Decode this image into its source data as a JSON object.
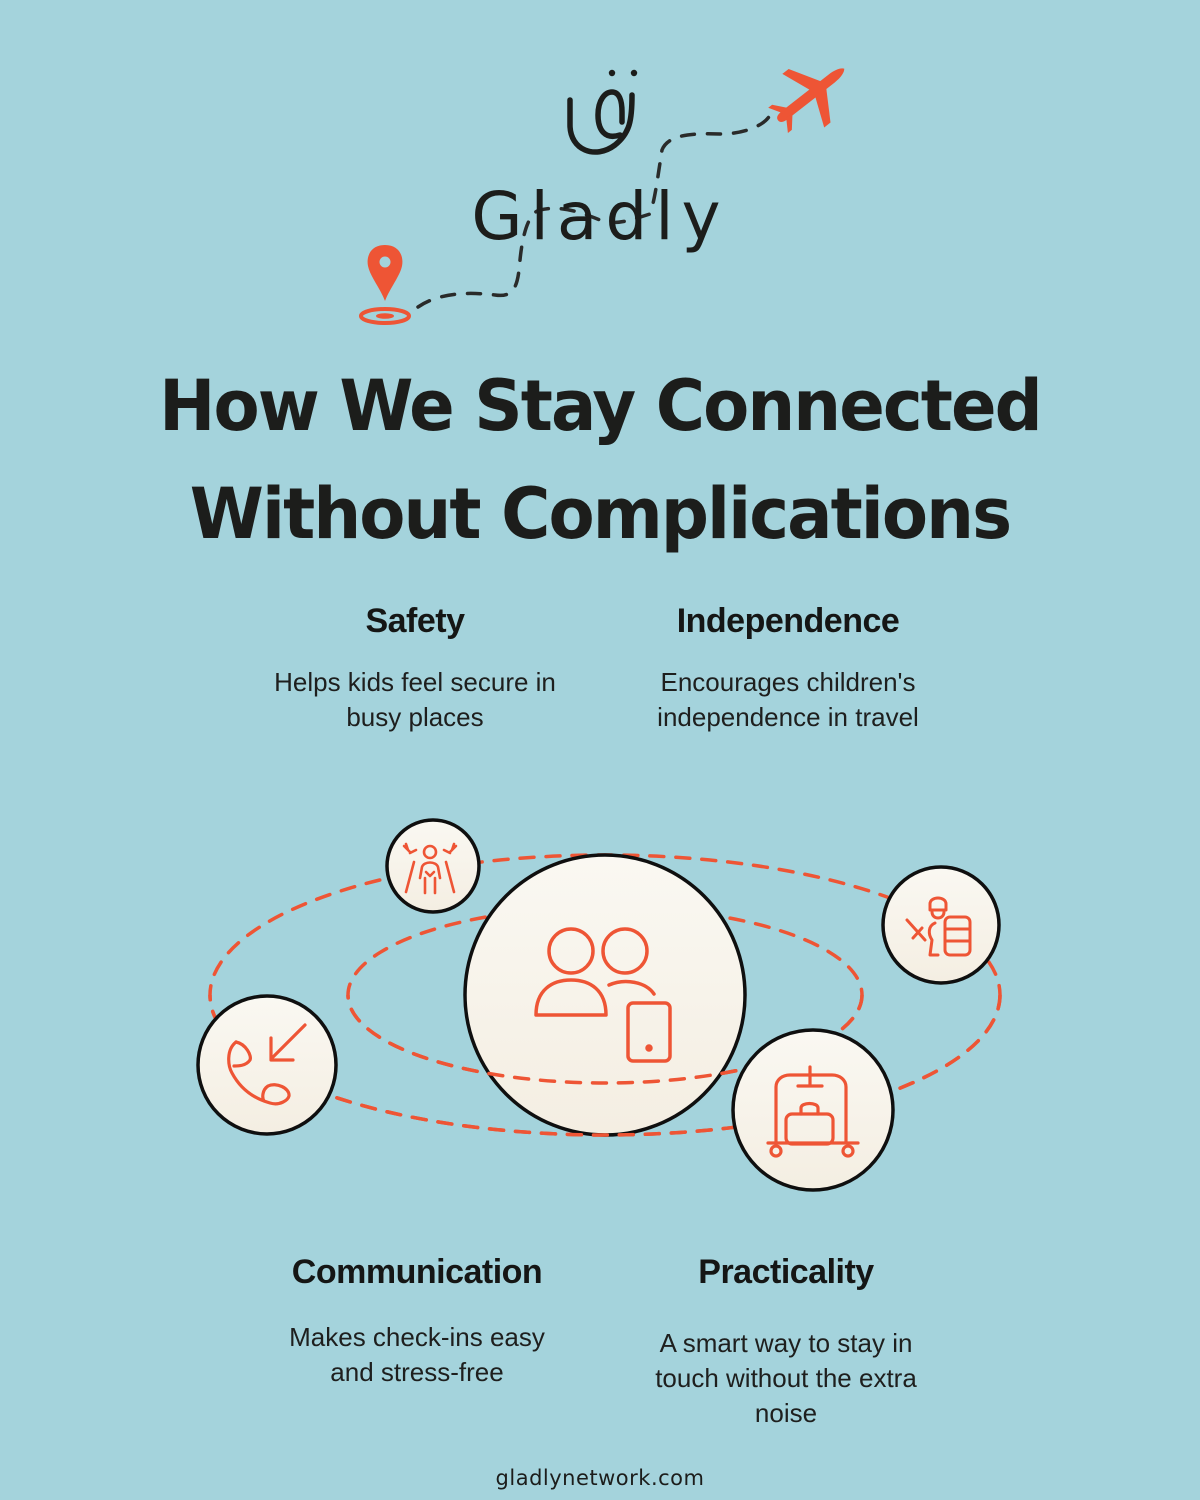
{
  "brand": {
    "name": "Gladly",
    "logo_icon": "gladly-paperclip-smile-icon",
    "decorations": [
      "location-pin-icon",
      "airplane-icon",
      "dashed-travel-path"
    ]
  },
  "headline": {
    "line1": "How We Stay Connected",
    "line2": "Without Complications"
  },
  "features": [
    {
      "title": "Safety",
      "description_lines": [
        "Helps kids feel secure in",
        "busy places"
      ],
      "icon": "child-in-airport-icon"
    },
    {
      "title": "Independence",
      "description_lines": [
        "Encourages children's",
        "independence in travel"
      ],
      "icon": "traveler-with-suitcase-icon"
    },
    {
      "title": "Communication",
      "description_lines": [
        "Makes check-ins easy",
        "and stress-free"
      ],
      "icon": "incoming-call-icon"
    },
    {
      "title": "Practicality",
      "description_lines": [
        "A smart way to stay in",
        "touch without the extra",
        "noise"
      ],
      "icon": "luggage-cart-icon"
    }
  ],
  "center_icon": "parent-child-phone-icon",
  "footer": {
    "url": "gladlynetwork.com"
  },
  "colors": {
    "background": "#A4D3DC",
    "accent": "#EE5535",
    "text": "#1C1D1B",
    "circle_fill": "#F8F5EE",
    "circle_stroke": "#0F0F0F"
  }
}
